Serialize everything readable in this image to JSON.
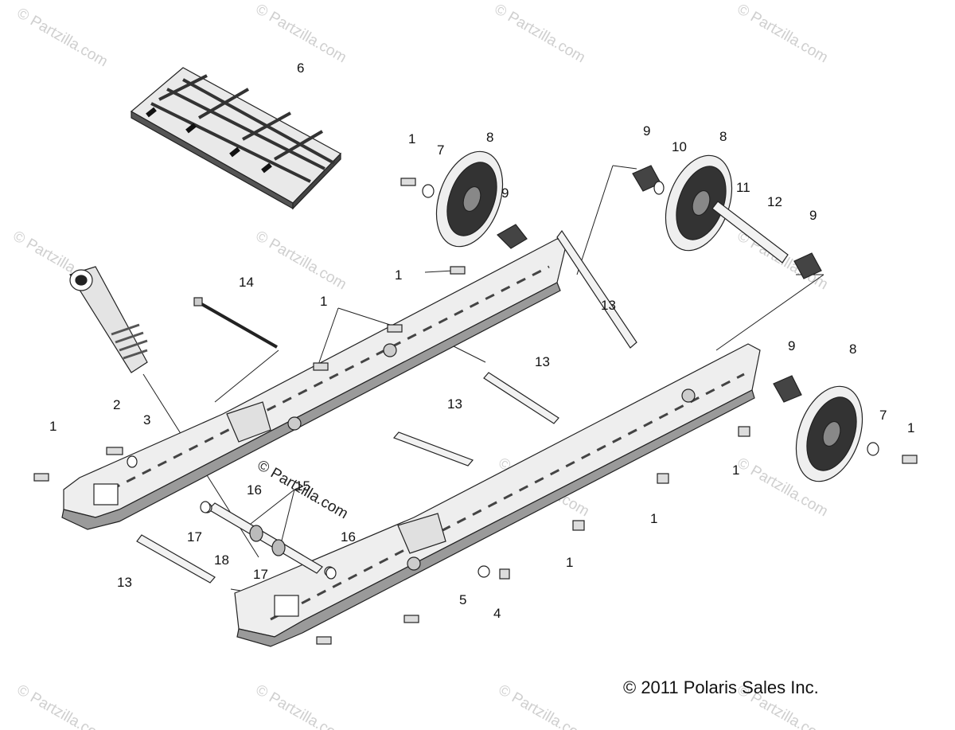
{
  "copyright": "© 2011 Polaris Sales Inc.",
  "watermark": "© Partzilla.com",
  "callouts": {
    "c1a": "1",
    "c1b": "1",
    "c1c": "1",
    "c1d": "1",
    "c1e": "1",
    "c1f": "1",
    "c1g": "1",
    "c1h": "1",
    "c2": "2",
    "c3": "3",
    "c4": "4",
    "c5": "5",
    "c6": "6",
    "c7a": "7",
    "c7b": "7",
    "c8a": "8",
    "c8b": "8",
    "c8c": "8",
    "c9a": "9",
    "c9b": "9",
    "c9c": "9",
    "c9d": "9",
    "c10": "10",
    "c11": "11",
    "c12": "12",
    "c13a": "13",
    "c13b": "13",
    "c13c": "13",
    "c13d": "13",
    "c14": "14",
    "c15": "15",
    "c16a": "16",
    "c16b": "16",
    "c17a": "17",
    "c17b": "17",
    "c18": "18"
  }
}
